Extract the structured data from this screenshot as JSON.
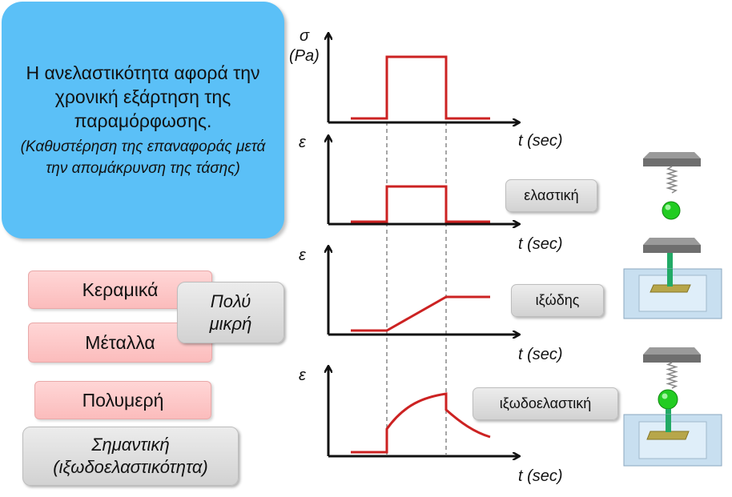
{
  "intro": {
    "main": "Η ανελαστικότητα αφορά την χρονική εξάρτηση της παραμόρφωσης.",
    "sub": "(Καθυστέρηση της επαναφοράς μετά την απομάκρυνση της τάσης)"
  },
  "materials": {
    "ceramics": "Κεραμικά",
    "metals": "Μέταλλα",
    "polymers": "Πολυμερή",
    "small_note": "Πολύ μικρή",
    "significant_note": "Σημαντική (ιξωδοελαστικότητα)"
  },
  "graphs": {
    "stress_symbol": "σ",
    "stress_unit": "(Pa)",
    "strain_symbol": "ε",
    "time_label": "t (sec)"
  },
  "responses": {
    "elastic": "ελαστική",
    "viscous": "ιξώδης",
    "viscoelastic": "ιξωδοελαστική"
  },
  "colors": {
    "curve": "#cc2222",
    "box_blue": "#5bc0f7",
    "spring_ball": "#22cc22",
    "dashpot_piston": "#22aa66"
  }
}
